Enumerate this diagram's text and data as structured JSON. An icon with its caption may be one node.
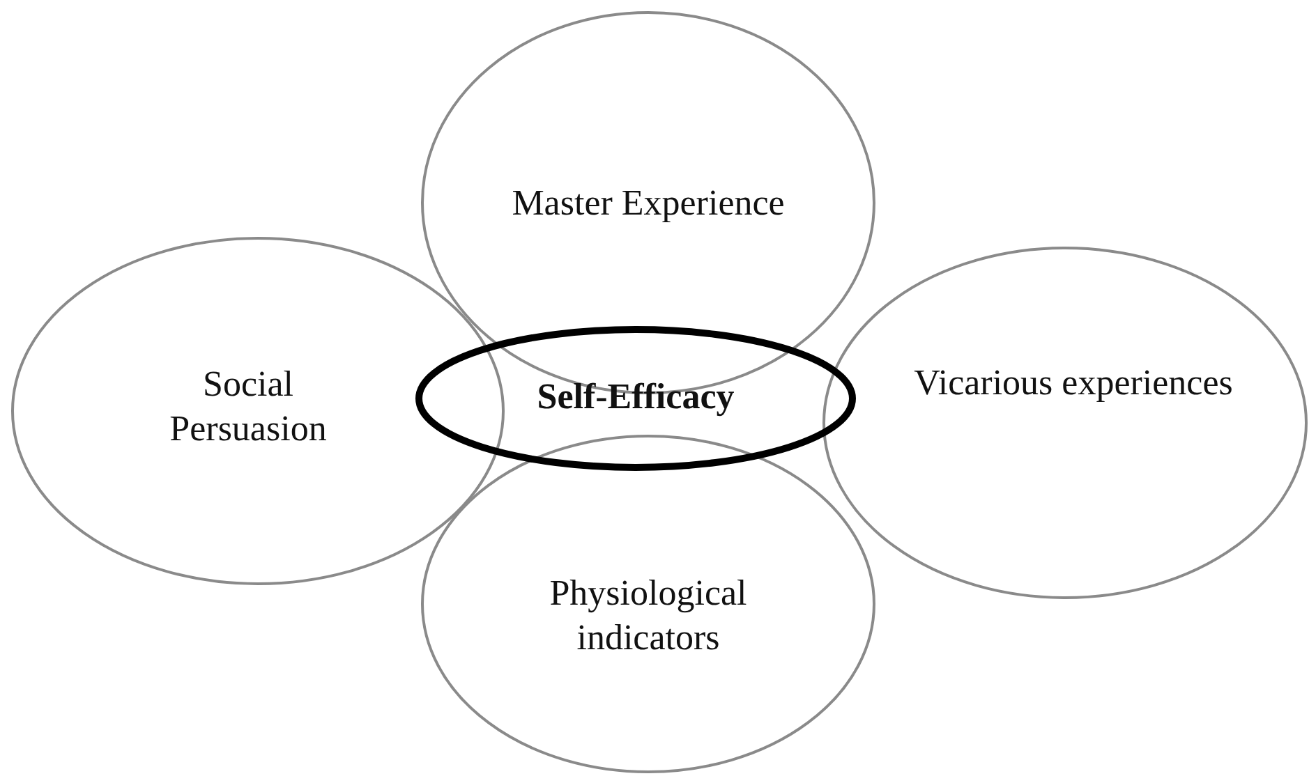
{
  "diagram": {
    "nodes": [
      {
        "text": [
          "Master Experience"
        ]
      },
      {
        "text": [
          "Social Persuasion"
        ]
      },
      {
        "text": [
          "Self-Efficacy"
        ]
      },
      {
        "text": [
          "Vicarious experiences"
        ]
      },
      {
        "text": [
          "Physiological indicators"
        ]
      }
    ],
    "edges": []
  }
}
